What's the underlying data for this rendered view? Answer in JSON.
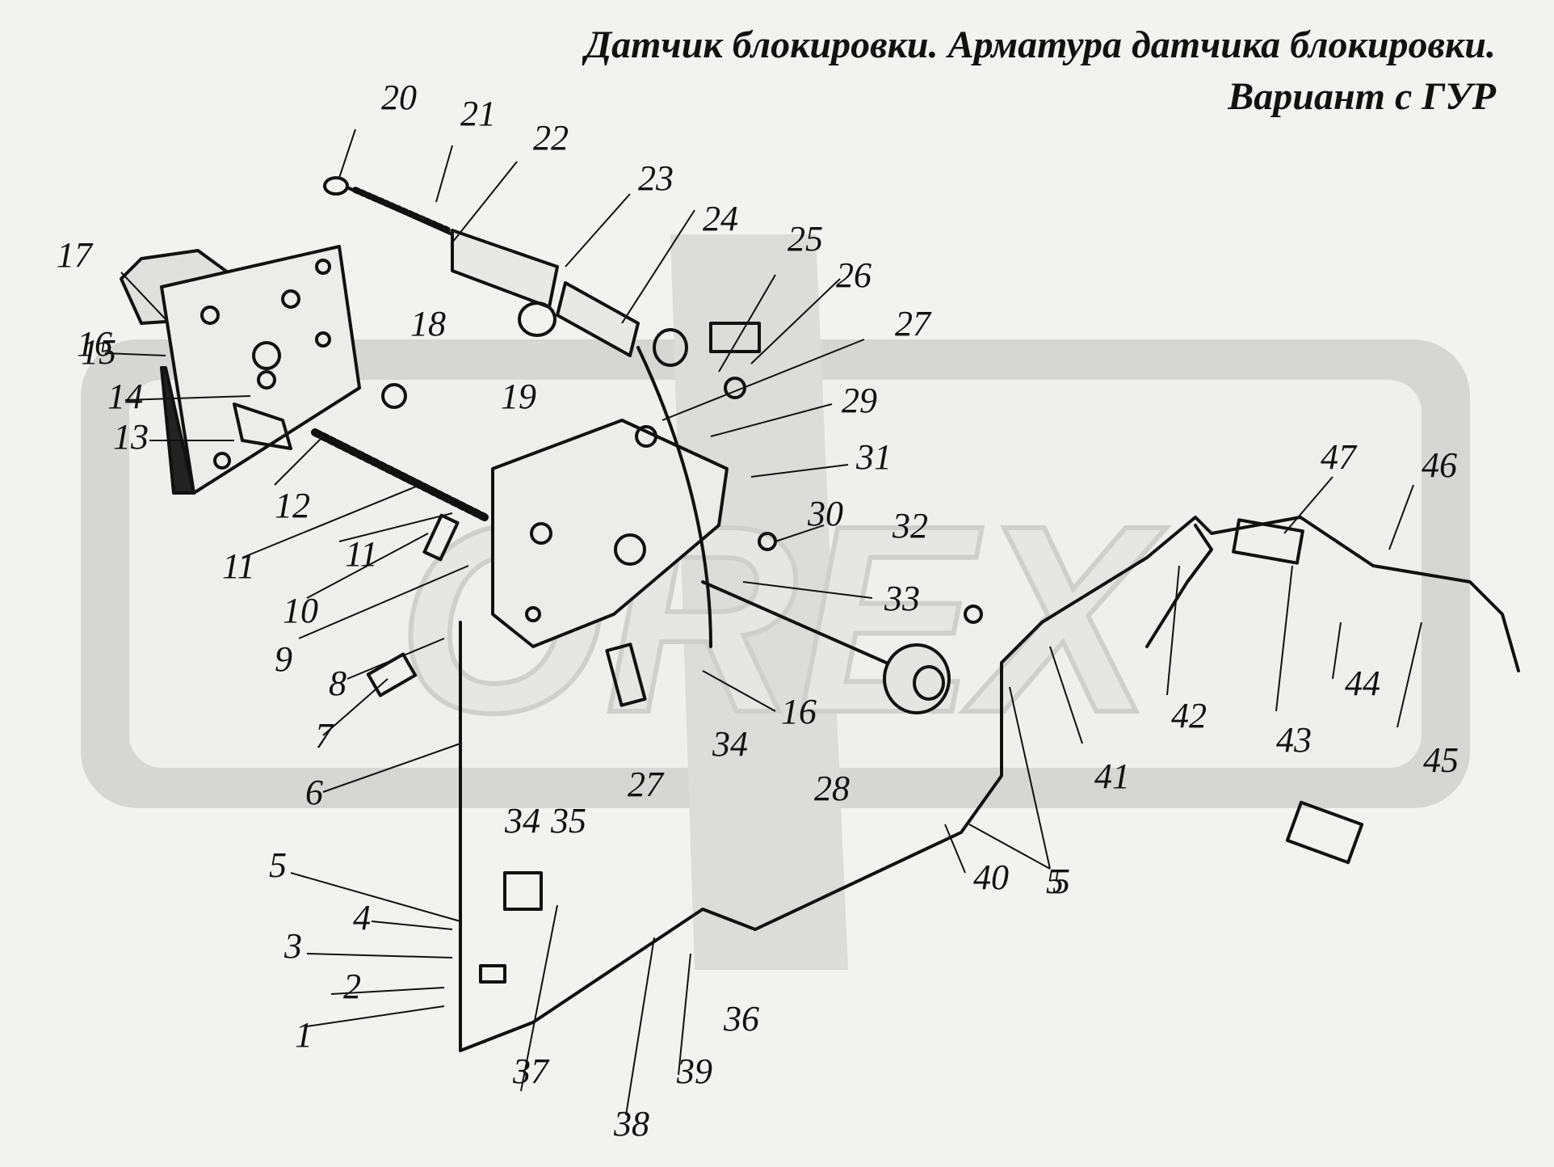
{
  "title": {
    "line1": "Датчик блокировки. Арматура датчика блокировки.",
    "line2": "Вариант с ГУР"
  },
  "watermark": {
    "text": "OREX"
  },
  "callouts": [
    "1",
    "2",
    "3",
    "4",
    "5",
    "5",
    "5",
    "6",
    "7",
    "8",
    "9",
    "10",
    "11",
    "11",
    "12",
    "13",
    "14",
    "15",
    "16",
    "16",
    "17",
    "18",
    "19",
    "20",
    "21",
    "22",
    "23",
    "24",
    "25",
    "26",
    "27",
    "27",
    "28",
    "29",
    "30",
    "31",
    "32",
    "33",
    "34",
    "34",
    "35",
    "36",
    "37",
    "38",
    "39",
    "40",
    "41",
    "42",
    "43",
    "44",
    "45",
    "46",
    "47"
  ],
  "colors": {
    "ink": "#111111",
    "background": "#f2f2f0",
    "watermark": "#d2d2d0"
  }
}
